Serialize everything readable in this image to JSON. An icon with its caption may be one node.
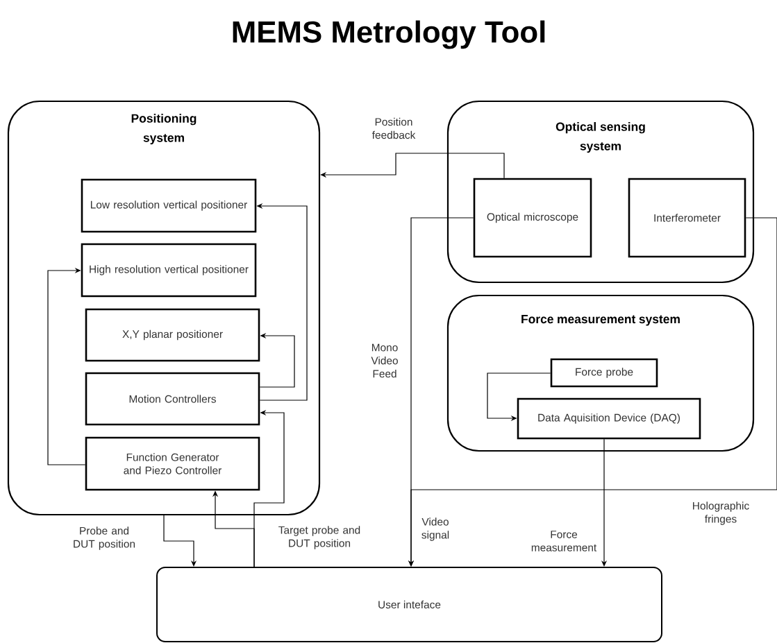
{
  "diagram": {
    "title": "MEMS Metrology Tool",
    "nodes": [
      {
        "text": [
          "Positioning system"
        ]
      },
      {
        "text": [
          "Low resolution vertical positioner"
        ],
        "in": 0
      },
      {
        "text": [
          "High resolution vertical positioner"
        ],
        "in": 0
      },
      {
        "text": [
          "X,Y planar positioner"
        ],
        "in": 0
      },
      {
        "text": [
          "Motion Controllers"
        ],
        "in": 0
      },
      {
        "text": [
          "Function Generator and Piezo Controller"
        ],
        "in": 0
      },
      {
        "text": [
          "Optical sensing system"
        ]
      },
      {
        "text": [
          "Optical microscope"
        ],
        "in": 6
      },
      {
        "text": [
          "Interferometer"
        ],
        "in": 6
      },
      {
        "text": [
          "Force measurement system"
        ]
      },
      {
        "text": [
          "Force probe"
        ],
        "in": 9
      },
      {
        "text": [
          "Data Aquisition Device (DAQ)"
        ],
        "in": 9
      },
      {
        "text": [
          "User inteface"
        ]
      }
    ],
    "edges": [
      {
        "from": 7,
        "to": 0,
        "arrow": "to",
        "label": "Position feedback"
      },
      {
        "from": 4,
        "to": 1,
        "arrow": "to"
      },
      {
        "from": 4,
        "to": 3,
        "arrow": "to"
      },
      {
        "from": 5,
        "to": 2,
        "arrow": "to"
      },
      {
        "from": 12,
        "to": 4,
        "arrow": "to"
      },
      {
        "from": 12,
        "to": 5,
        "arrow": "to",
        "label": "Target probe and DUT position"
      },
      {
        "from": 0,
        "to": 12,
        "arrow": "to",
        "label": "Probe and DUT position"
      },
      {
        "from": 7,
        "to": 12,
        "arrow": "to",
        "label": "Mono Video Feed"
      },
      {
        "from": 8,
        "to": 12,
        "arrow": "to",
        "label": "Holographic fringes"
      },
      {
        "from": 10,
        "to": 11,
        "arrow": "to"
      },
      {
        "from": 11,
        "to": 12,
        "arrow": "to",
        "label": "Force measurement"
      }
    ],
    "labels": [
      "Video signal"
    ]
  }
}
